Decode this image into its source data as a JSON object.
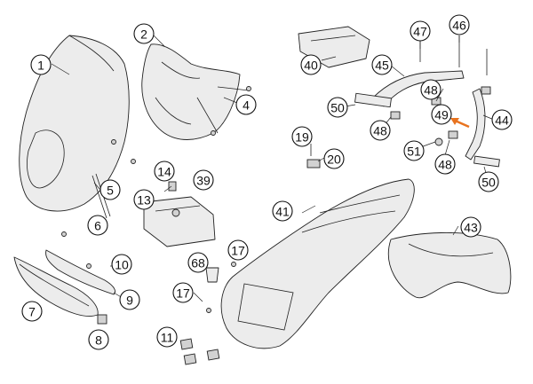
{
  "callouts": [
    {
      "label": "1"
    },
    {
      "label": "2"
    },
    {
      "label": "4"
    },
    {
      "label": "5"
    },
    {
      "label": "6"
    },
    {
      "label": "7"
    },
    {
      "label": "8"
    },
    {
      "label": "9"
    },
    {
      "label": "10"
    },
    {
      "label": "11"
    },
    {
      "label": "13"
    },
    {
      "label": "14"
    },
    {
      "label": "17"
    },
    {
      "label": "17"
    },
    {
      "label": "19"
    },
    {
      "label": "20"
    },
    {
      "label": "39"
    },
    {
      "label": "40"
    },
    {
      "label": "41"
    },
    {
      "label": "43"
    },
    {
      "label": "44"
    },
    {
      "label": "45"
    },
    {
      "label": "46"
    },
    {
      "label": "47"
    },
    {
      "label": "48"
    },
    {
      "label": "48"
    },
    {
      "label": "48"
    },
    {
      "label": "49"
    },
    {
      "label": "50"
    },
    {
      "label": "50"
    },
    {
      "label": "51"
    },
    {
      "label": "68"
    }
  ],
  "highlight": {
    "label": "49",
    "color": "#e8731f"
  }
}
